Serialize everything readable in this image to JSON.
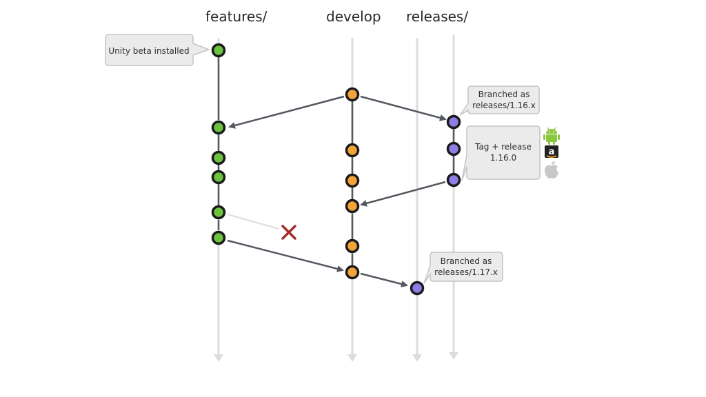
{
  "branches": {
    "features": "features/",
    "develop": "develop",
    "releases": "releases/"
  },
  "callouts": {
    "unity_beta": "Unity beta installed",
    "branched_116_line1": "Branched as",
    "branched_116_line2": "releases/1.16.x",
    "tag_line1": "Tag + release",
    "tag_line2": "1.16.0",
    "branched_117_line1": "Branched as",
    "branched_117_line2": "releases/1.17.x"
  },
  "platform_icons": [
    "android-icon",
    "amazon-icon",
    "apple-icon"
  ],
  "colors": {
    "feature_commit": "#6cc33f",
    "develop_commit": "#f2a33a",
    "release_commit": "#8c7ee6",
    "commit_outline": "#1a1a1a",
    "branch_track": "#dcdcdc",
    "connector": "#545860",
    "abandoned_link": "#e2e2e2",
    "cancel_mark": "#a62b2b",
    "callout_fill": "#ebebeb",
    "callout_stroke": "#c4c4c4"
  }
}
